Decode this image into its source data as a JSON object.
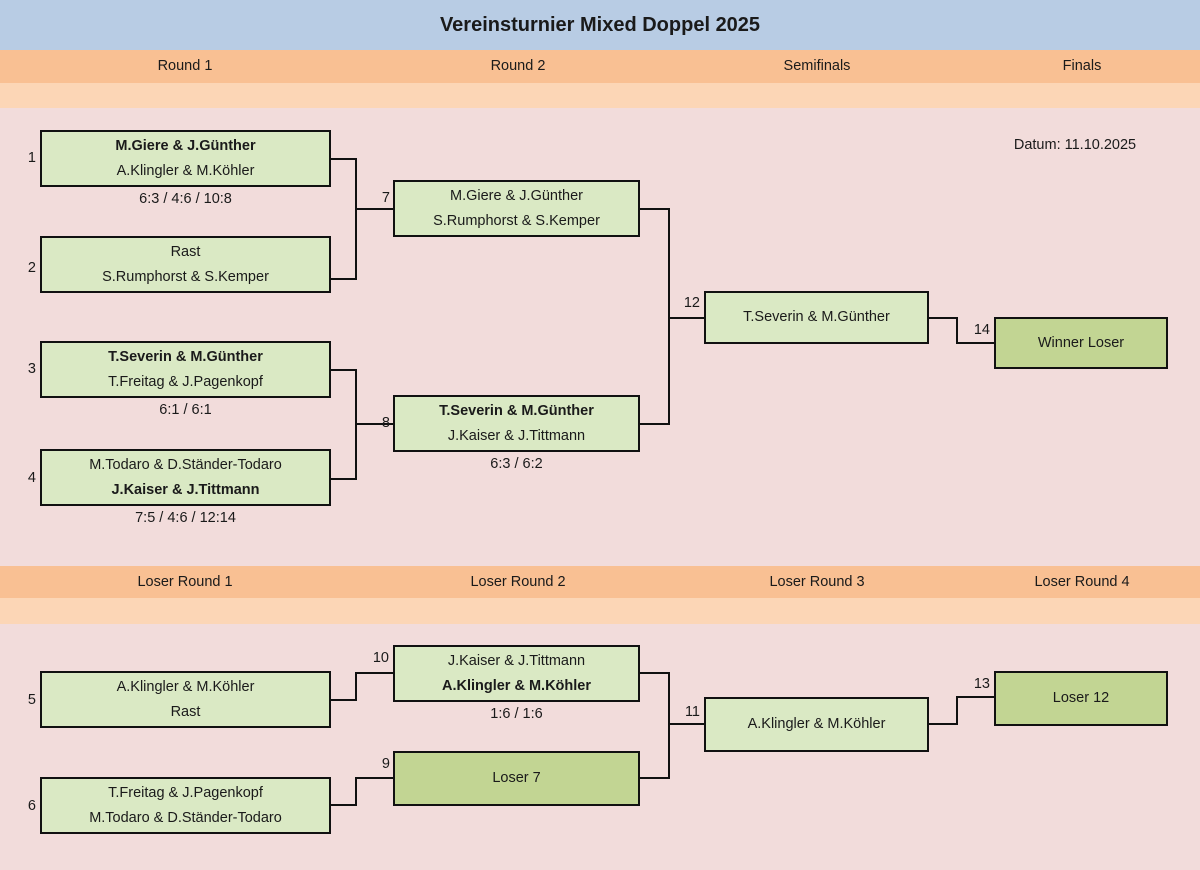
{
  "title": "Vereinsturnier Mixed Doppel 2025",
  "datum": "Datum: 11.10.2025",
  "colors": {
    "title_band": "#b8cce4",
    "header_band": "#f9c093",
    "subheader_band": "#fcd6b6",
    "body": "#f2dcdb",
    "box_light": "#dae9c4",
    "box_dark": "#c2d593",
    "line": "#111111"
  },
  "winner_bracket": {
    "round_labels": [
      "Round 1",
      "Round 2",
      "Semifinals",
      "Finals"
    ],
    "matches": [
      {
        "number": "1",
        "team_top": "M.Giere & J.Günther",
        "team_bottom": "A.Klingler & M.Köhler",
        "winner": "top",
        "score": "6:3 / 4:6 / 10:8"
      },
      {
        "number": "2",
        "team_top": "Rast",
        "team_bottom": "S.Rumphorst & S.Kemper",
        "winner": "none",
        "score": ""
      },
      {
        "number": "3",
        "team_top": "T.Severin & M.Günther",
        "team_bottom": "T.Freitag & J.Pagenkopf",
        "winner": "top",
        "score": "6:1 / 6:1"
      },
      {
        "number": "4",
        "team_top": "M.Todaro & D.Ständer-Todaro",
        "team_bottom": "J.Kaiser & J.Tittmann",
        "winner": "bottom",
        "score": "7:5 / 4:6 / 12:14"
      },
      {
        "number": "7",
        "team_top": "M.Giere & J.Günther",
        "team_bottom": "S.Rumphorst & S.Kemper",
        "winner": "none",
        "score": ""
      },
      {
        "number": "8",
        "team_top": "T.Severin & M.Günther",
        "team_bottom": "J.Kaiser & J.Tittmann",
        "winner": "top",
        "score": "6:3 / 6:2"
      },
      {
        "number": "12",
        "team_top": "",
        "team_bottom": "T.Severin & M.Günther",
        "winner": "none",
        "score": ""
      },
      {
        "number": "14",
        "team_top": "",
        "team_bottom": "Winner Loser",
        "winner": "none",
        "score": ""
      }
    ]
  },
  "loser_bracket": {
    "round_labels": [
      "Loser Round 1",
      "Loser Round 2",
      "Loser Round 3",
      "Loser Round 4"
    ],
    "matches": [
      {
        "number": "5",
        "team_top": "A.Klingler & M.Köhler",
        "team_bottom": "Rast",
        "winner": "none",
        "score": ""
      },
      {
        "number": "6",
        "team_top": "T.Freitag & J.Pagenkopf",
        "team_bottom": "M.Todaro & D.Ständer-Todaro",
        "winner": "none",
        "score": ""
      },
      {
        "number": "10",
        "team_top": "J.Kaiser & J.Tittmann",
        "team_bottom": "A.Klingler & M.Köhler",
        "winner": "bottom",
        "score": "1:6 / 1:6"
      },
      {
        "number": "9",
        "team_top": "Loser 7",
        "team_bottom": "",
        "winner": "none",
        "score": ""
      },
      {
        "number": "11",
        "team_top": "A.Klingler & M.Köhler",
        "team_bottom": "",
        "winner": "none",
        "score": ""
      },
      {
        "number": "13",
        "team_top": "Loser 12",
        "team_bottom": "",
        "winner": "none",
        "score": ""
      }
    ]
  }
}
